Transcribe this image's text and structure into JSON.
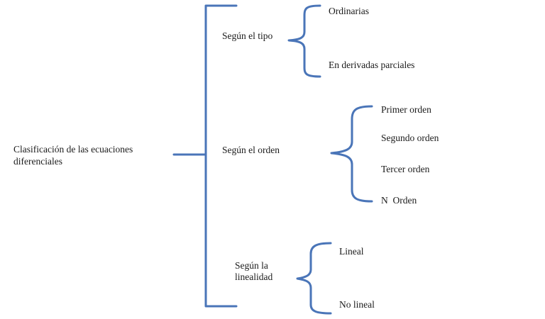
{
  "root": {
    "line1": "Clasificación de las ecuaciones",
    "line2": "diferenciales"
  },
  "categories": [
    {
      "label": "Según el tipo",
      "items": [
        "Ordinarias",
        "En derivadas parciales"
      ]
    },
    {
      "label": "Según el orden",
      "items": [
        "Primer orden",
        "Segundo orden",
        "Tercer orden",
        "N  Orden"
      ]
    },
    {
      "label_line1": "Según la",
      "label_line2": "linealidad",
      "items": [
        "Lineal",
        "No lineal"
      ]
    }
  ],
  "colors": {
    "bracket": "#4a75b8",
    "text": "#1a1a1a"
  }
}
